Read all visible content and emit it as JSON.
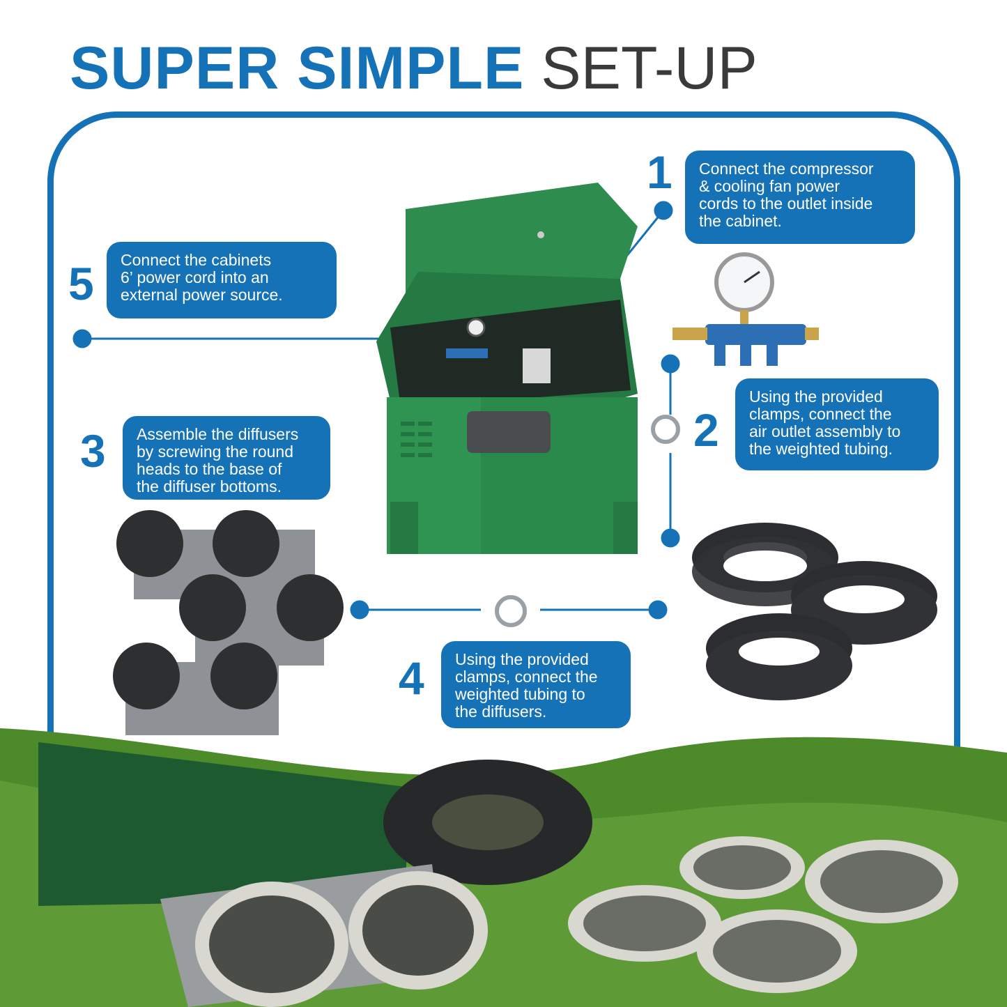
{
  "title": {
    "bold": "SUPER SIMPLE",
    "light": "SET-UP"
  },
  "colors": {
    "brand_blue": "#1572b6",
    "cabinet_green": "#2a8a4c",
    "grass": "#4c8a2a",
    "tubing": "#2b2d30",
    "text_dark": "#3a3a3a"
  },
  "steps": [
    {
      "number": "1",
      "text": "Connect the compressor\n& cooling fan power\ncords to the outlet inside\nthe cabinet."
    },
    {
      "number": "2",
      "text": "Using the provided\nclamps, connect the\nair outlet assembly to\nthe weighted tubing."
    },
    {
      "number": "3",
      "text": "Assemble the diffusers\nby screwing the round\nheads to the base of\nthe diffuser bottoms."
    },
    {
      "number": "4",
      "text": "Using the provided\nclamps, connect the\nweighted tubing to\nthe diffusers."
    },
    {
      "number": "5",
      "text": "Connect the cabinets\n6’ power cord into an\nexternal power source."
    }
  ],
  "icons": [
    "cabinet-icon",
    "pressure-gauge-manifold-icon",
    "hose-clamp-icon",
    "tubing-coil-icon",
    "diffuser-icon"
  ]
}
